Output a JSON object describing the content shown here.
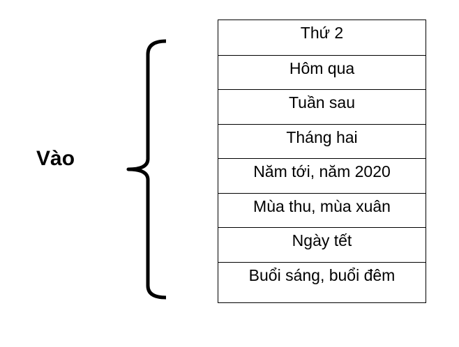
{
  "diagram": {
    "label": "Vào",
    "items": [
      "Thứ 2",
      "Hôm qua",
      "Tuần sau",
      "Tháng hai",
      "Năm tới, năm 2020",
      "Mùa thu, mùa xuân",
      "Ngày tết",
      "Buổi sáng, buổi đêm"
    ]
  }
}
